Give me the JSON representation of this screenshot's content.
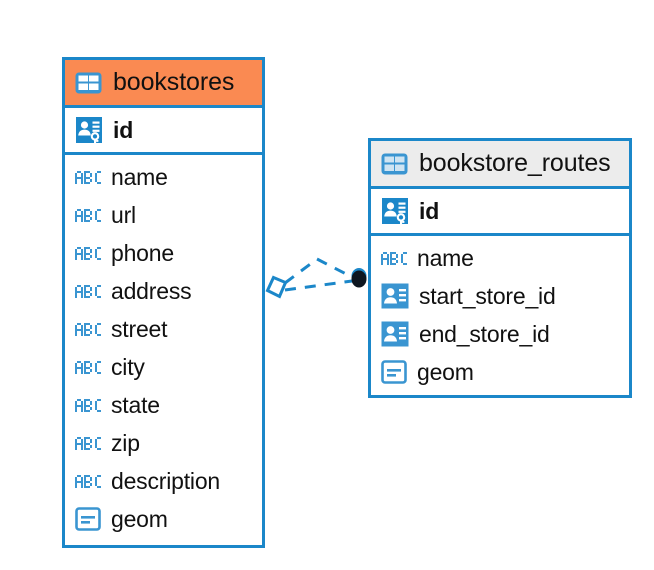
{
  "diagram": {
    "title": "bookstores / bookstore_routes ER diagram",
    "background": "#ffffff",
    "accent_blue": "#1b87c9",
    "selected_header": "#fa8a52",
    "normal_header": "#ececec",
    "text_color": "#111111"
  },
  "entities": [
    {
      "name": "bookstores",
      "selected": true,
      "header_icon": "table-icon",
      "primary_keys": [
        {
          "label": "id",
          "icon": "primary-key-icon"
        }
      ],
      "fields": [
        {
          "label": "name",
          "icon": "abc-text-icon"
        },
        {
          "label": "url",
          "icon": "abc-text-icon"
        },
        {
          "label": "phone",
          "icon": "abc-text-icon"
        },
        {
          "label": "address",
          "icon": "abc-text-icon"
        },
        {
          "label": "street",
          "icon": "abc-text-icon"
        },
        {
          "label": "city",
          "icon": "abc-text-icon"
        },
        {
          "label": "state",
          "icon": "abc-text-icon"
        },
        {
          "label": "zip",
          "icon": "abc-text-icon"
        },
        {
          "label": "description",
          "icon": "abc-text-icon"
        },
        {
          "label": "geom",
          "icon": "geometry-icon"
        }
      ]
    },
    {
      "name": "bookstore_routes",
      "selected": false,
      "header_icon": "table-icon",
      "primary_keys": [
        {
          "label": "id",
          "icon": "primary-key-icon"
        }
      ],
      "fields": [
        {
          "label": "name",
          "icon": "abc-text-icon"
        },
        {
          "label": "start_store_id",
          "icon": "foreign-key-icon"
        },
        {
          "label": "end_store_id",
          "icon": "foreign-key-icon"
        },
        {
          "label": "geom",
          "icon": "geometry-icon"
        }
      ]
    }
  ],
  "relationship": {
    "style": "dashed",
    "color": "#1b87c9",
    "source_marker": "diamond-outline",
    "target_marker": "filled-dot"
  }
}
